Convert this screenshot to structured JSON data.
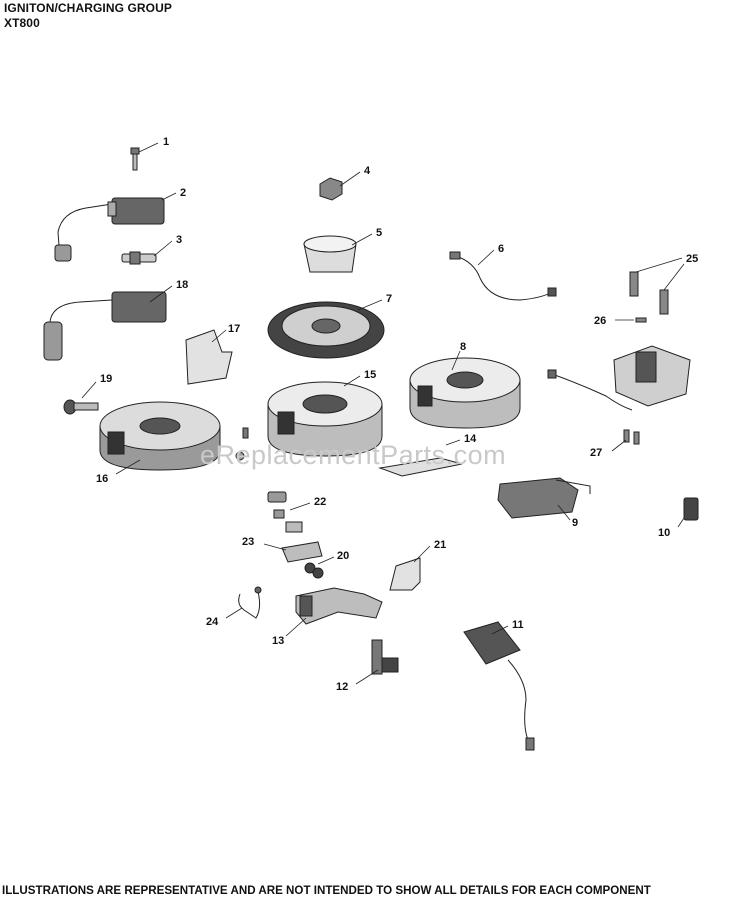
{
  "header": {
    "title": "IGNITON/CHARGING GROUP",
    "model": "XT800"
  },
  "footer": "ILLUSTRATIONS ARE REPRESENTATIVE AND ARE NOT INTENDED TO SHOW ALL DETAILS FOR EACH COMPONENT",
  "watermark": "eReplacementParts.com",
  "callouts": [
    "1",
    "2",
    "3",
    "4",
    "5",
    "6",
    "7",
    "8",
    "9",
    "10",
    "11",
    "12",
    "13",
    "14",
    "15",
    "16",
    "17",
    "18",
    "19",
    "20",
    "21",
    "22",
    "23",
    "24",
    "25",
    "26",
    "27"
  ]
}
